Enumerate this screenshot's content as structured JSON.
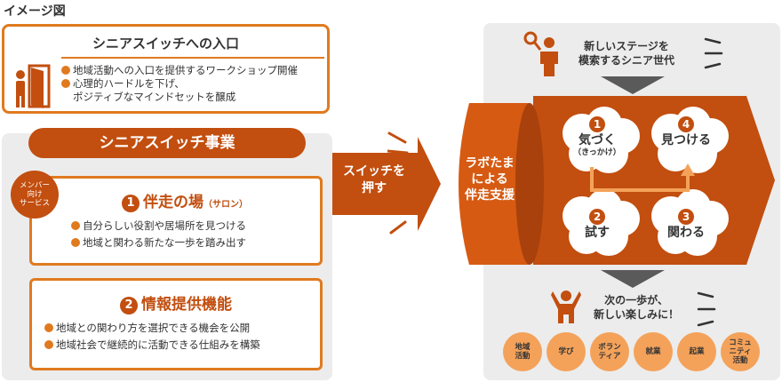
{
  "title": "イメージ図",
  "entry": {
    "heading": "シニアスイッチへの入口",
    "items": [
      "地域活動への入口を提供するワークショップ開催",
      "心理的ハードルを下げ、",
      "ポジティブなマインドセットを醸成"
    ]
  },
  "business": {
    "heading": "シニアスイッチ事業",
    "badge": [
      "メンバー",
      "向け",
      "サービス"
    ],
    "card1": {
      "num": "1",
      "title": "伴走の場",
      "sub": "（サロン）",
      "items": [
        "自分らしい役割や居場所を見つける",
        "地域と関わる新たな一歩を踏み出す"
      ]
    },
    "card2": {
      "num": "2",
      "title": "情報提供機能",
      "items": [
        "地域との関わり方を選択できる機会を公開",
        "地域社会で継続的に活動できる仕組みを構築"
      ]
    }
  },
  "arrow": {
    "line1": "スイッチを",
    "line2": "押す"
  },
  "support": {
    "line1": "ラボたま",
    "line2": "による",
    "line3": "伴走支援"
  },
  "stage": {
    "line1": "新しいステージを",
    "line2": "模索するシニア世代"
  },
  "cycle": [
    {
      "num": "1",
      "label": "気づく",
      "sub": "（きっかけ）"
    },
    {
      "num": "4",
      "label": "見つける"
    },
    {
      "num": "2",
      "label": "試す"
    },
    {
      "num": "3",
      "label": "関わる"
    }
  ],
  "next": {
    "line1": "次の一歩が、",
    "line2": "新しい楽しみに！"
  },
  "tags": [
    [
      "地域",
      "活動"
    ],
    [
      "学び"
    ],
    [
      "ボラン",
      "ティア"
    ],
    [
      "就業"
    ],
    [
      "起業"
    ],
    [
      "コミュ",
      "ニティ",
      "活動"
    ]
  ],
  "colors": {
    "orange": "#e07a1f",
    "dark_orange": "#c24e0f",
    "panel_gray": "#ececec",
    "tag_orange": "#f4a25a"
  },
  "icons": [
    "door-person-icon",
    "magnifier-person-icon",
    "cheering-person-icon"
  ]
}
